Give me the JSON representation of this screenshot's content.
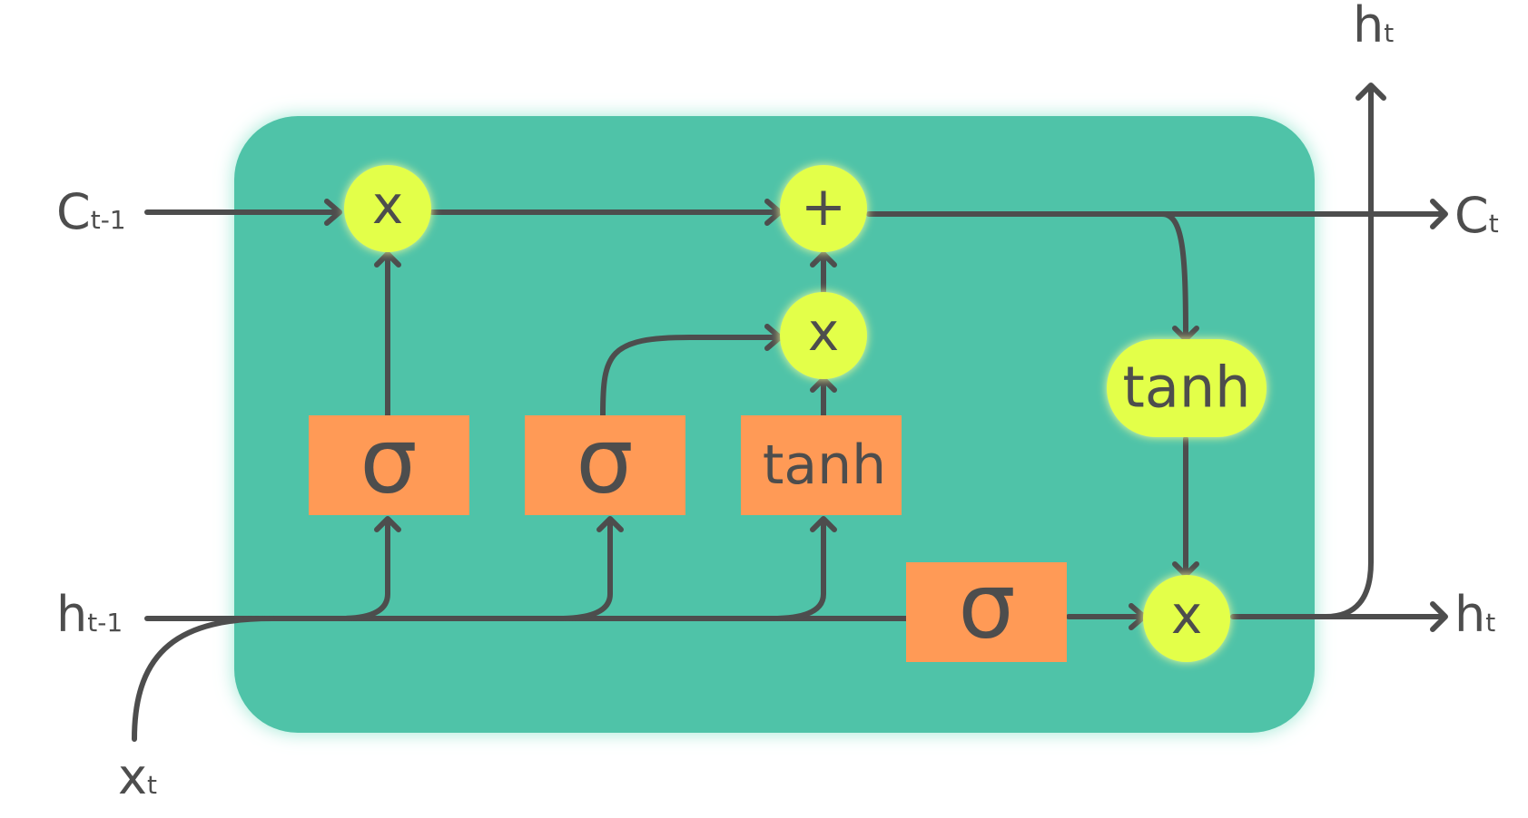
{
  "colors": {
    "cell_fill": "#4fc3a8",
    "cell_glow": "#9ee8d4",
    "gate_fill": "#ff9a56",
    "op_fill": "#e3ff4a",
    "op_glow": "#f3ff9a",
    "line": "#4d4d4d"
  },
  "icons": {
    "multiply": "multiply-icon",
    "add": "plus-icon",
    "arrow": "arrow-icon"
  },
  "inputs": {
    "c_prev": {
      "symbol": "C",
      "subscript": "t-1"
    },
    "h_prev": {
      "symbol": "h",
      "subscript": "t-1"
    },
    "x": {
      "symbol": "x",
      "subscript": "t"
    }
  },
  "outputs": {
    "c": {
      "symbol": "C",
      "subscript": "t"
    },
    "h_right": {
      "symbol": "h",
      "subscript": "t"
    },
    "h_top": {
      "symbol": "h",
      "subscript": "t"
    }
  },
  "gates": {
    "forget": "σ",
    "input": "σ",
    "candidate": "tanh",
    "output": "σ"
  },
  "ops": {
    "forget_multiply": "x",
    "cell_add": "+",
    "input_multiply": "x",
    "cell_tanh": "tanh",
    "output_multiply": "x"
  }
}
